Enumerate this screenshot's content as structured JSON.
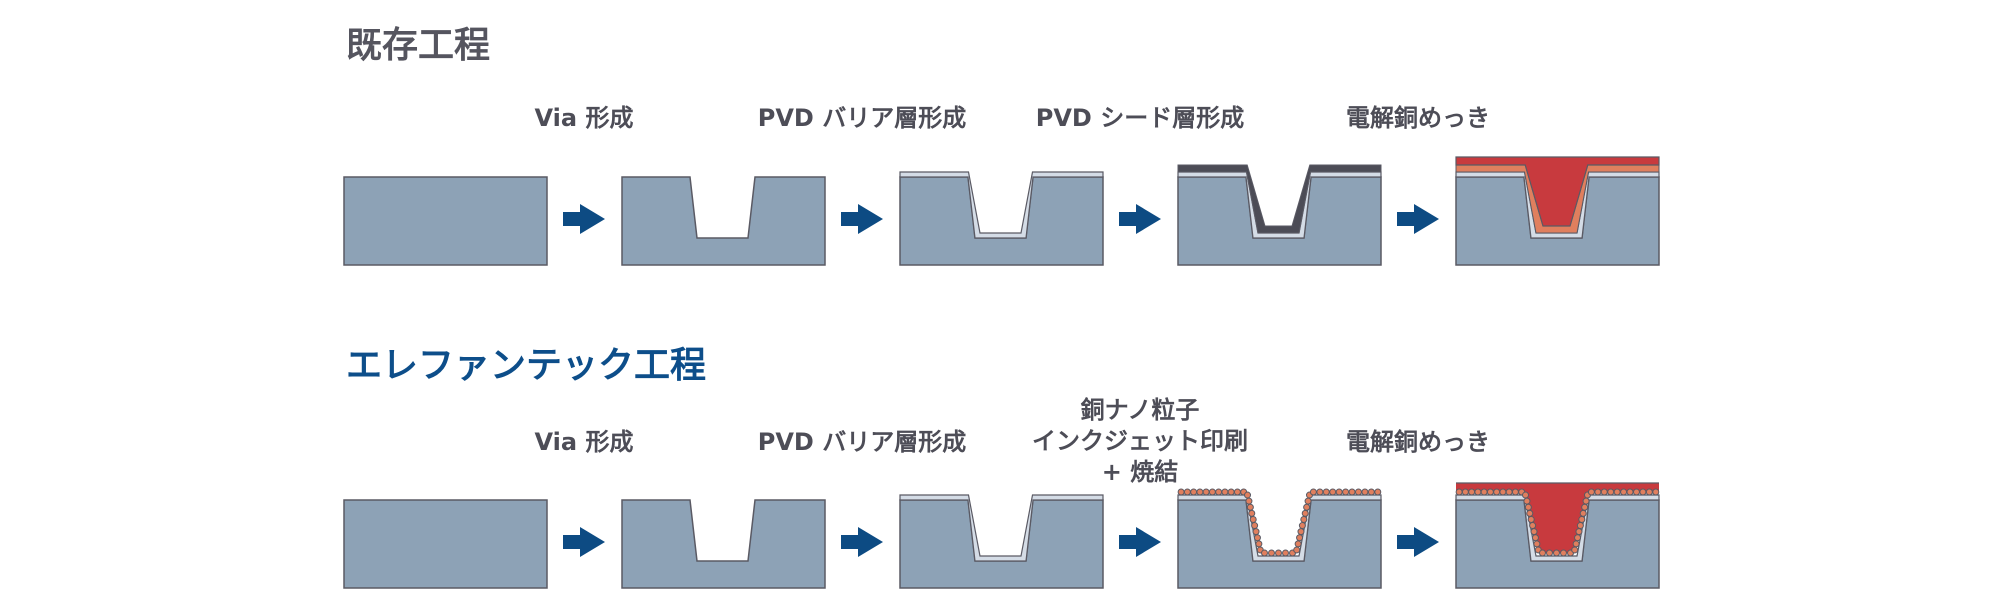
{
  "colors": {
    "substrate": "#8da2b6",
    "outline": "#5a5a64",
    "barrier": "#d4dce6",
    "seed": "#4c4c56",
    "copper_plating": "#c83a3e",
    "copper_seed": "#e07f5e",
    "arrow": "#0d4b83",
    "title_existing": "#55555f",
    "title_elephantech": "#0d4e8a",
    "label_text": "#4d4d57"
  },
  "sections": [
    {
      "id": "existing",
      "title": "既存工程",
      "steps": [
        {
          "layers": []
        },
        {
          "label_lines": [
            "Via 形成"
          ],
          "layers": [
            "via"
          ]
        },
        {
          "label_lines": [
            "PVD バリア層形成"
          ],
          "layers": [
            "via",
            "barrier"
          ]
        },
        {
          "label_lines": [
            "PVD シード層形成"
          ],
          "layers": [
            "via",
            "barrier",
            "seed"
          ]
        },
        {
          "label_lines": [
            "電解銅めっき"
          ],
          "layers": [
            "via",
            "barrier",
            "copper_seed",
            "plating"
          ]
        }
      ]
    },
    {
      "id": "elephantech",
      "title": "エレファンテック工程",
      "steps": [
        {
          "layers": []
        },
        {
          "label_lines": [
            "Via 形成"
          ],
          "layers": [
            "via"
          ]
        },
        {
          "label_lines": [
            "PVD バリア層形成"
          ],
          "layers": [
            "via",
            "barrier"
          ]
        },
        {
          "label_lines": [
            "銅ナノ粒子",
            "インクジェット印刷",
            "+ 焼結"
          ],
          "layers": [
            "via",
            "barrier",
            "nanoparticles"
          ]
        },
        {
          "label_lines": [
            "電解銅めっき"
          ],
          "layers": [
            "via",
            "barrier",
            "nanoparticles",
            "plating"
          ]
        }
      ]
    }
  ]
}
